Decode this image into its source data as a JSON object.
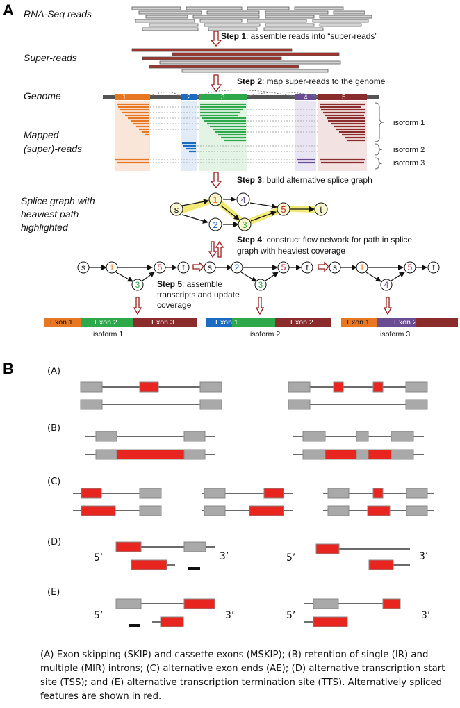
{
  "panel_a": {
    "label": "A",
    "row_labels": {
      "rnaseq": "RNA-Seq reads",
      "superreads": "Super-reads",
      "genome": "Genome",
      "mapped_1": "Mapped",
      "mapped_2": "(super)-reads",
      "splice_1": "Splice graph with",
      "splice_2": "heaviest path",
      "splice_3": "highlighted"
    },
    "steps": {
      "s1_bold": "Step 1",
      "s1_text": ": assemble reads into “super-reads”",
      "s2_bold": "Step 2",
      "s2_text": ": map super-reads to the genome",
      "s3_bold": "Step 3",
      "s3_text": ": build alternative splice graph",
      "s4_bold": "Step 4",
      "s4_line1": ": construct flow network for path in splice",
      "s4_line2": "graph with heaviest coverage",
      "s5_bold": "Step 5",
      "s5_line1": ":  assemble",
      "s5_line2": "transcripts and update",
      "s5_line3": "coverage"
    },
    "exon_numbers": [
      "1",
      "2",
      "3",
      "4",
      "5"
    ],
    "isoform_labels": [
      "isoform 1",
      "isoform 2",
      "isoform 3"
    ],
    "splice_nodes": [
      "s",
      "1",
      "4",
      "5",
      "t",
      "2",
      "3"
    ],
    "transcripts": [
      {
        "name": "isoform 1",
        "exons": [
          "Exon 1",
          "Exon 2",
          "Exon 3"
        ],
        "colors": [
          "#e87722",
          "#2da84a",
          "#8b2c2c"
        ]
      },
      {
        "name": "isoform 2",
        "exons": [
          "Exon 1",
          "Exon 2"
        ],
        "colors": [
          "#1b6bc0",
          "#2da84a",
          "#8b2c2c"
        ]
      },
      {
        "name": "isoform 3",
        "exons": [
          "Exon 1",
          "Exon 2"
        ],
        "colors": [
          "#e87722",
          "#6a4c93",
          "#8b2c2c"
        ]
      }
    ],
    "colors": {
      "exon1": "#e87722",
      "exon2": "#2da84a",
      "exon3": "#8b2c2c",
      "blue": "#1b6bc0",
      "purple": "#6a4c93",
      "arrow": "#9b1c1c"
    }
  },
  "panel_b": {
    "label": "B",
    "sub_labels": [
      "(A)",
      "(B)",
      "(C)",
      "(D)",
      "(E)"
    ],
    "end_labels": {
      "five": "5’",
      "three": "3’"
    },
    "colors": {
      "highlight": "#e8261f",
      "exon": "#a9a9a9",
      "line": "#111111"
    }
  },
  "caption": "(A) Exon skipping (SKIP) and cassette exons (MSKIP); (B) retention of single (IR) and multiple (MIR) introns; (C) alternative exon ends (AE); (D) alternative transcription start site (TSS); and (E) alternative transcription termination site (TTS). Alternatively spliced features are shown in red."
}
